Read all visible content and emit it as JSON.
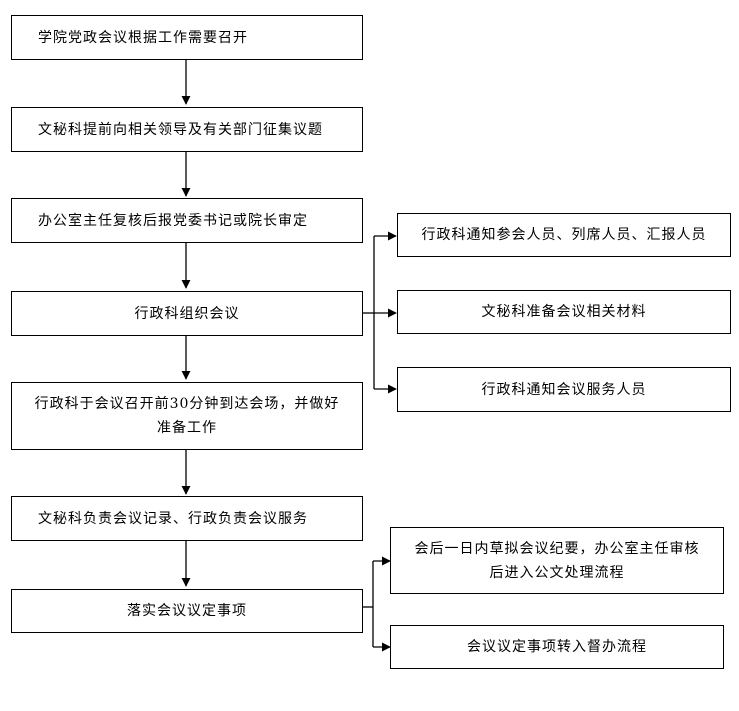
{
  "main_steps": [
    "学院党政会议根据工作需要召开",
    "文秘科提前向相关领导及有关部门征集议题",
    "办公室主任复核后报党委书记或院长审定",
    "行政科组织会议",
    "行政科于会议召开前30分钟到达会场，并做好准备工作",
    "文秘科负责会议记录、行政负责会议服务",
    "落实会议议定事项"
  ],
  "branch_one": [
    "行政科通知参会人员、列席人员、汇报人员",
    "文秘科准备会议相关材料",
    "行政科通知会议服务人员"
  ],
  "branch_two": [
    "会后一日内草拟会议纪要，办公室主任审核后进入公文处理流程",
    "会议议定事项转入督办流程"
  ]
}
